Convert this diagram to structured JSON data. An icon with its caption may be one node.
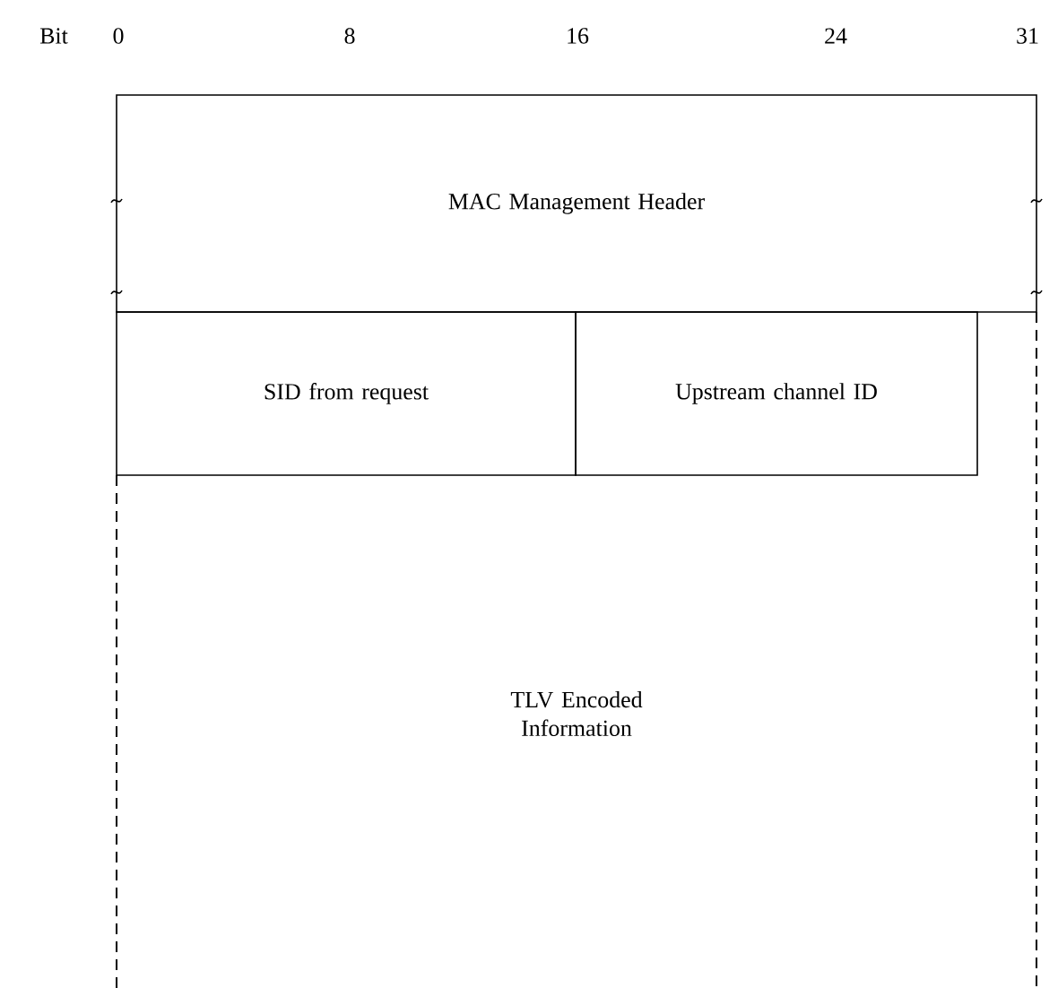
{
  "diagram": {
    "nodes": [
      {
        "text": [
          "MAC Management Header"
        ]
      },
      {
        "text": [
          "SID from request"
        ]
      },
      {
        "text": [
          "Upstream channel ID"
        ]
      },
      {
        "text": [
          "TLV Encoded Information"
        ]
      }
    ],
    "labels": [
      "Bit",
      "0",
      "8",
      "16",
      "24",
      "31"
    ]
  }
}
